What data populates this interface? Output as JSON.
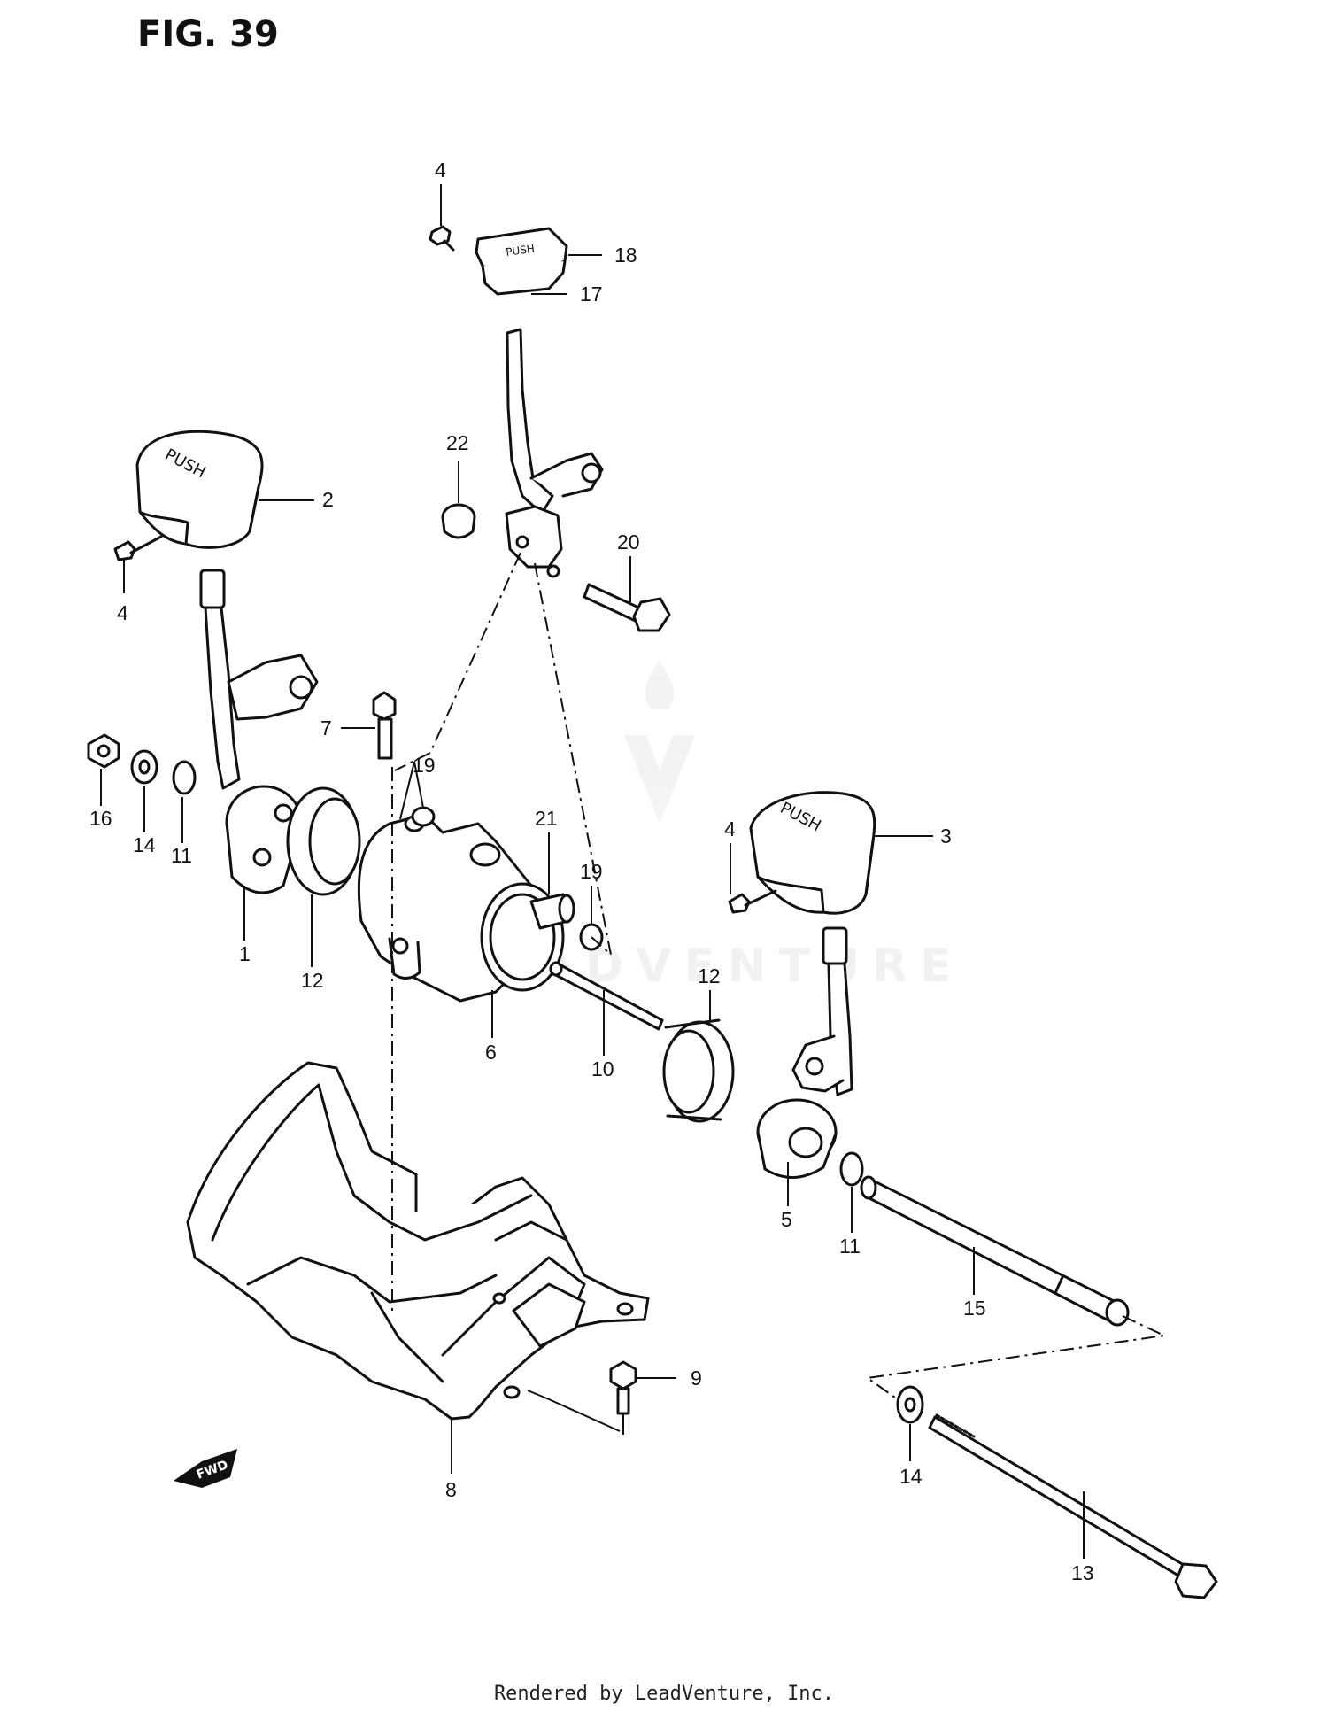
{
  "figure": {
    "title": "FIG. 39"
  },
  "watermark": {
    "brand": "LEADVENTURE"
  },
  "footer": {
    "text": "Rendered by LeadVenture, Inc."
  },
  "callouts": {
    "c4_top": "4",
    "c18": "18",
    "c17": "17",
    "c22": "22",
    "c2": "2",
    "c20": "20",
    "c4_left": "4",
    "c7": "7",
    "c19_a": "19",
    "c16": "16",
    "c14_left": "14",
    "c11_left": "11",
    "c1": "1",
    "c12_left": "12",
    "c21": "21",
    "c19_b": "19",
    "c4_right": "4",
    "c3": "3",
    "c6": "6",
    "c10": "10",
    "c12_right": "12",
    "c5": "5",
    "c11_right": "11",
    "c15": "15",
    "c9": "9",
    "c8": "8",
    "c14_right": "14",
    "c13": "13"
  },
  "fwd_label": "FWD",
  "knob_label": "PUSH"
}
